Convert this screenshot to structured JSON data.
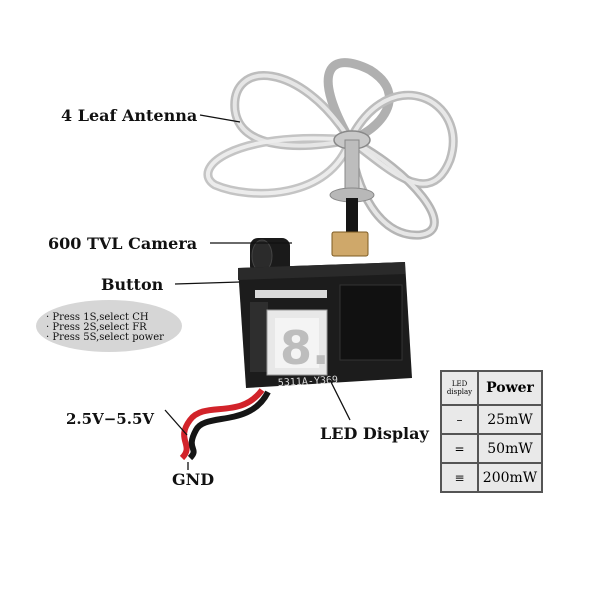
{
  "labels": {
    "antenna": "4 Leaf Antenna",
    "camera": "600 TVL Camera",
    "button": "Button",
    "voltage": "2.5V−5.5V",
    "gnd": "GND",
    "led_display": "LED Display"
  },
  "button_bubble": {
    "lines": [
      "· Press 1S,select CH",
      "· Press 2S,select FR",
      "· Press 5S,select power"
    ]
  },
  "board": {
    "digit": "8.",
    "silkscreen": "5311A-Y369"
  },
  "power_table": {
    "header_led": "LED display",
    "header_power": "Power",
    "rows": [
      {
        "symbol": "–",
        "power": "25mW"
      },
      {
        "symbol": "=",
        "power": "50mW"
      },
      {
        "symbol": "≡",
        "power": "200mW"
      }
    ]
  }
}
